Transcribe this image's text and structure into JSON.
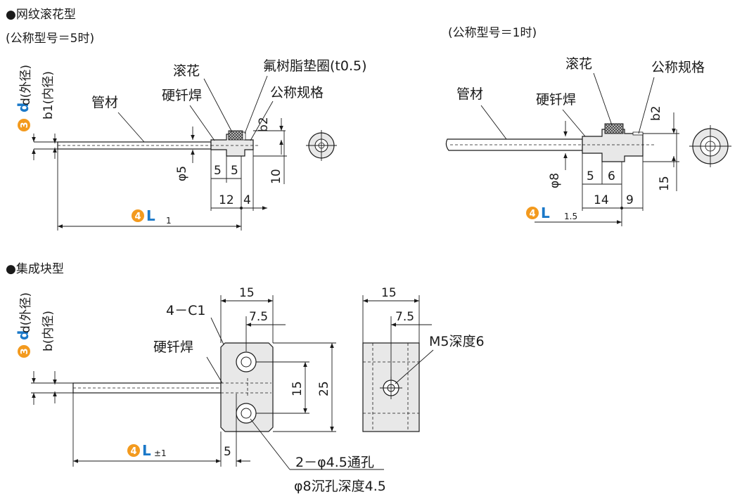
{
  "sections": {
    "knurl_title": "●网纹滚花型",
    "knurl_sub_left": "(公称型号＝5时)",
    "knurl_sub_right": "(公称型号＝1时)",
    "block_title": "●集成块型"
  },
  "labels": {
    "d_outer": "d(外径)",
    "b1_inner": "b1(内径)",
    "b_inner": "b(内径)",
    "badge3": "3",
    "badge4": "4",
    "d_letter": "d",
    "L_letter": "L",
    "pipe": "管材",
    "braze": "硬钎焊",
    "knurl": "滚花",
    "washer": "氟树脂垫圈(t0.5)",
    "nominal_spec": "公称规格",
    "chamfer": "4－C1",
    "m5": "M5深度6",
    "through_hole": "2－φ4.5通孔",
    "counterbore": "φ8沉孔深度4.5"
  },
  "dims_left": {
    "phi5": "φ5",
    "d5a": "5",
    "d5b": "5",
    "d12": "12",
    "d4": "4",
    "d10": "10",
    "b2": "b2",
    "L_sub": "1"
  },
  "dims_right": {
    "phi8": "φ8",
    "d5": "5",
    "d6": "6",
    "d14": "14",
    "d9": "9",
    "d15": "15",
    "b2": "b2",
    "L_sub": "1.5"
  },
  "dims_block": {
    "w15": "15",
    "w7_5": "7.5",
    "h15": "15",
    "h25": "25",
    "d5": "5",
    "L_tol": "±1",
    "s_w15": "15",
    "s_w7_5": "7.5"
  },
  "colors": {
    "badge": "#f39a1e",
    "blue": "#1a78c8"
  }
}
